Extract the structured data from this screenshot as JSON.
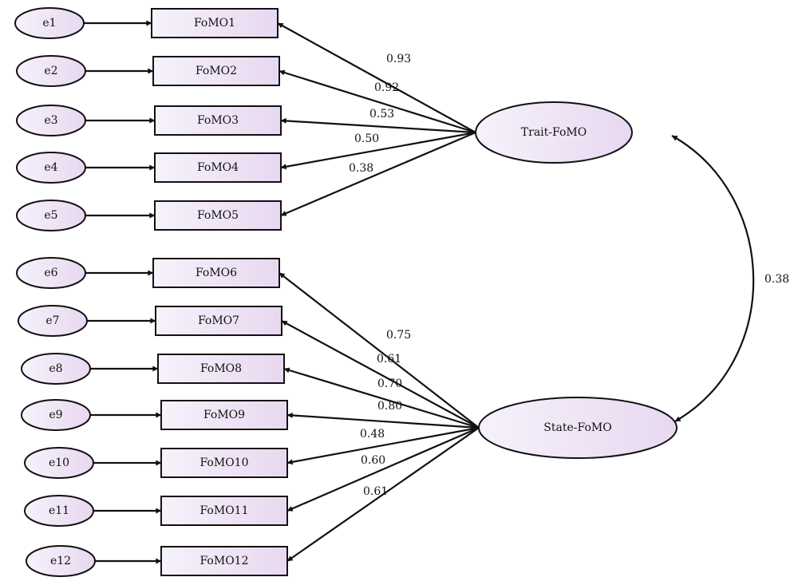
{
  "colors": {
    "shape_fill_light": "#f6f2fb",
    "shape_fill_dark": "#e8d8f0",
    "stroke": "#111111"
  },
  "errors": [
    "e1",
    "e2",
    "e3",
    "e4",
    "e5",
    "e6",
    "e7",
    "e8",
    "e9",
    "e10",
    "e11",
    "e12"
  ],
  "items": [
    "FoMO1",
    "FoMO2",
    "FoMO3",
    "FoMO4",
    "FoMO5",
    "FoMO6",
    "FoMO7",
    "FoMO8",
    "FoMO9",
    "FoMO10",
    "FoMO11",
    "FoMO12"
  ],
  "factors": [
    "Trait-FoMO",
    "State-FoMO"
  ],
  "loadings": [
    "0.93",
    "0.92",
    "0.53",
    "0.50",
    "0.38",
    "0.75",
    "0.61",
    "0.70",
    "0.80",
    "0.48",
    "0.60",
    "0.61"
  ],
  "correlation": "0.38"
}
